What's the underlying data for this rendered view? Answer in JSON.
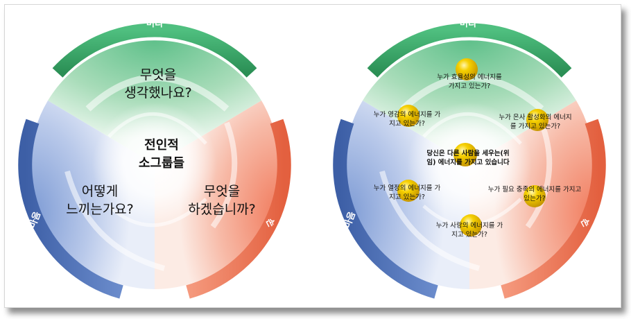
{
  "left": {
    "arc_top": "머리",
    "arc_left": "마음",
    "arc_right": "손",
    "center": [
      "전인적",
      "소그룹들"
    ],
    "segment_top": [
      "무엇을",
      "생각했나요?"
    ],
    "segment_left": [
      "어떻게",
      "느끼는가요?"
    ],
    "segment_right": [
      "무엇을",
      "하겠습니까?"
    ]
  },
  "right": {
    "arc_top": "머리",
    "arc_left": "마음",
    "arc_right": "손",
    "center": [
      "당신은 다른 사람을 세우는(위",
      "임) 에너지를 가지고 있습니다"
    ],
    "q_top": [
      "누가 효율성의 에너지를",
      "가지고 있는가?"
    ],
    "q_upper_left": [
      "누가 영감의 에너지를 가",
      "지고 있는가?"
    ],
    "q_upper_right": [
      "누가 은사 활성화의 에너지",
      "를 가지고 있는가?"
    ],
    "q_lower_left": [
      "누가 열정의 에너지를 가",
      "지고 있는가?"
    ],
    "q_lower_right": [
      "누가 필요 충족의 에너지를 가지고",
      "있는가?"
    ],
    "q_bottom": [
      "누가 사랑의 에너지를 가",
      "지고 있는가?"
    ]
  },
  "colors": {
    "green": "#3fa66a",
    "blue": "#4a6fb5",
    "red": "#ee7a5c",
    "ball": "#f2c200"
  }
}
